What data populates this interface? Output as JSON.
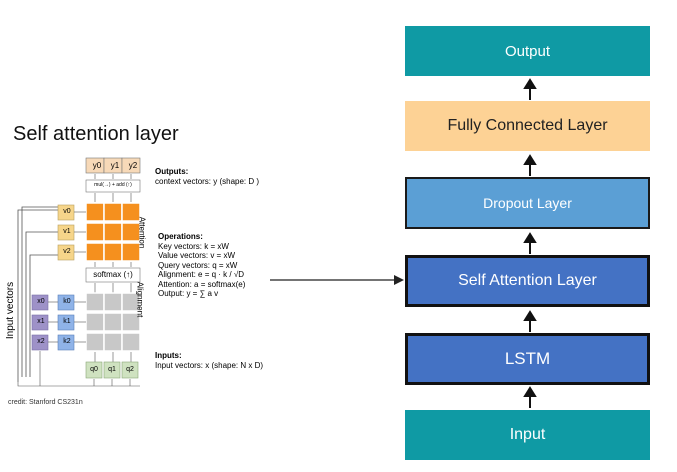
{
  "left": {
    "title": "Self attention layer",
    "credit": "credit: Stanford CS231n",
    "input_vectors_label": "Input vectors",
    "alignment_label": "Alignment",
    "attention_label": "Attention",
    "softmax_label": "softmax (↑)",
    "muladd_label": "mul(→) + add (↑)",
    "outputs": [
      "y0",
      "y1",
      "y2"
    ],
    "values": [
      "v0",
      "v1",
      "v2"
    ],
    "keys": [
      "k0",
      "k1",
      "k2"
    ],
    "inputs_x": [
      "x0",
      "x1",
      "x2"
    ],
    "queries": [
      "q0",
      "q1",
      "q2"
    ],
    "outputs_text": {
      "heading": "Outputs:",
      "line1": "context vectors: y (shape: D )"
    },
    "operations_text": {
      "heading": "Operations:",
      "lines": [
        "Key vectors: k = xW",
        "Value vectors: v = xW",
        "Query vectors: q = xW",
        "Alignment: e  = q · k / √D",
        "Attention: a = softmax(e)",
        "Output: y = ∑ a  v"
      ]
    },
    "inputs_text": {
      "heading": "Inputs:",
      "line1": "Input vectors: x (shape: N x D)"
    }
  },
  "right": {
    "blocks": [
      {
        "label": "Output"
      },
      {
        "label": "Fully Connected Layer"
      },
      {
        "label": "Dropout Layer"
      },
      {
        "label": "Self Attention Layer"
      },
      {
        "label": "LSTM"
      },
      {
        "label": "Input"
      }
    ]
  },
  "colors": {
    "teal": "#0f9aa4",
    "peach": "#fdd295",
    "light_blue": "#5b9fd5",
    "blue": "#4472c4",
    "orange_cell": "#f5901e",
    "gray_cell": "#c8c8c8",
    "purple": "#9e92c8",
    "key_blue": "#8fb3e8",
    "value_yellow": "#f6d58a",
    "query_green": "#cfe2c0"
  }
}
